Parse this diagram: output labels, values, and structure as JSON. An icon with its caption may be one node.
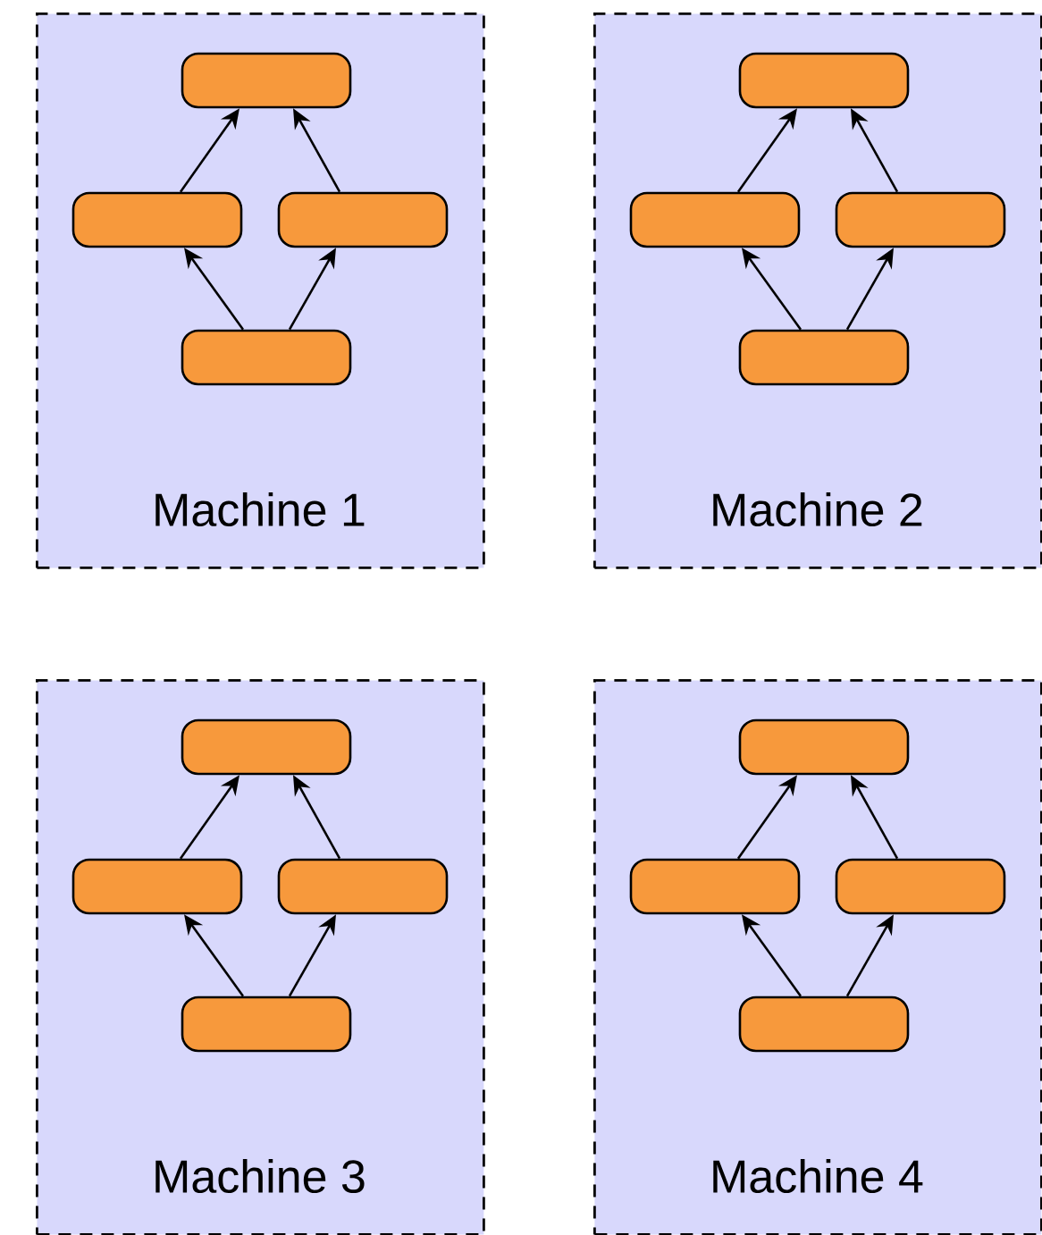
{
  "diagram": {
    "nodes": [
      {
        "text": [
          "Machine 1"
        ]
      },
      {
        "text": [],
        "shape": "box",
        "in": 0
      },
      {
        "text": [],
        "shape": "box",
        "in": 0
      },
      {
        "text": [],
        "shape": "box",
        "in": 0
      },
      {
        "text": [],
        "shape": "box",
        "in": 0
      },
      {
        "text": [
          "Machine 2"
        ]
      },
      {
        "text": [],
        "shape": "box",
        "in": 5
      },
      {
        "text": [],
        "shape": "box",
        "in": 5
      },
      {
        "text": [],
        "shape": "box",
        "in": 5
      },
      {
        "text": [],
        "shape": "box",
        "in": 5
      },
      {
        "text": [
          "Machine 3"
        ]
      },
      {
        "text": [],
        "shape": "box",
        "in": 10
      },
      {
        "text": [],
        "shape": "box",
        "in": 10
      },
      {
        "text": [],
        "shape": "box",
        "in": 10
      },
      {
        "text": [],
        "shape": "box",
        "in": 10
      },
      {
        "text": [
          "Machine 4"
        ]
      },
      {
        "text": [],
        "shape": "box",
        "in": 15
      },
      {
        "text": [],
        "shape": "box",
        "in": 15
      },
      {
        "text": [],
        "shape": "box",
        "in": 15
      },
      {
        "text": [],
        "shape": "box",
        "in": 15
      }
    ],
    "edges": [
      {
        "from": 4,
        "to": 2,
        "arrow": "to"
      },
      {
        "from": 4,
        "to": 3,
        "arrow": "to"
      },
      {
        "from": 2,
        "to": 1,
        "arrow": "to"
      },
      {
        "from": 3,
        "to": 1,
        "arrow": "to"
      },
      {
        "from": 9,
        "to": 7,
        "arrow": "to"
      },
      {
        "from": 9,
        "to": 8,
        "arrow": "to"
      },
      {
        "from": 7,
        "to": 6,
        "arrow": "to"
      },
      {
        "from": 8,
        "to": 6,
        "arrow": "to"
      },
      {
        "from": 14,
        "to": 12,
        "arrow": "to"
      },
      {
        "from": 14,
        "to": 13,
        "arrow": "to"
      },
      {
        "from": 12,
        "to": 11,
        "arrow": "to"
      },
      {
        "from": 13,
        "to": 11,
        "arrow": "to"
      },
      {
        "from": 19,
        "to": 17,
        "arrow": "to"
      },
      {
        "from": 19,
        "to": 18,
        "arrow": "to"
      },
      {
        "from": 17,
        "to": 16,
        "arrow": "to"
      },
      {
        "from": 18,
        "to": 16,
        "arrow": "to"
      }
    ]
  }
}
